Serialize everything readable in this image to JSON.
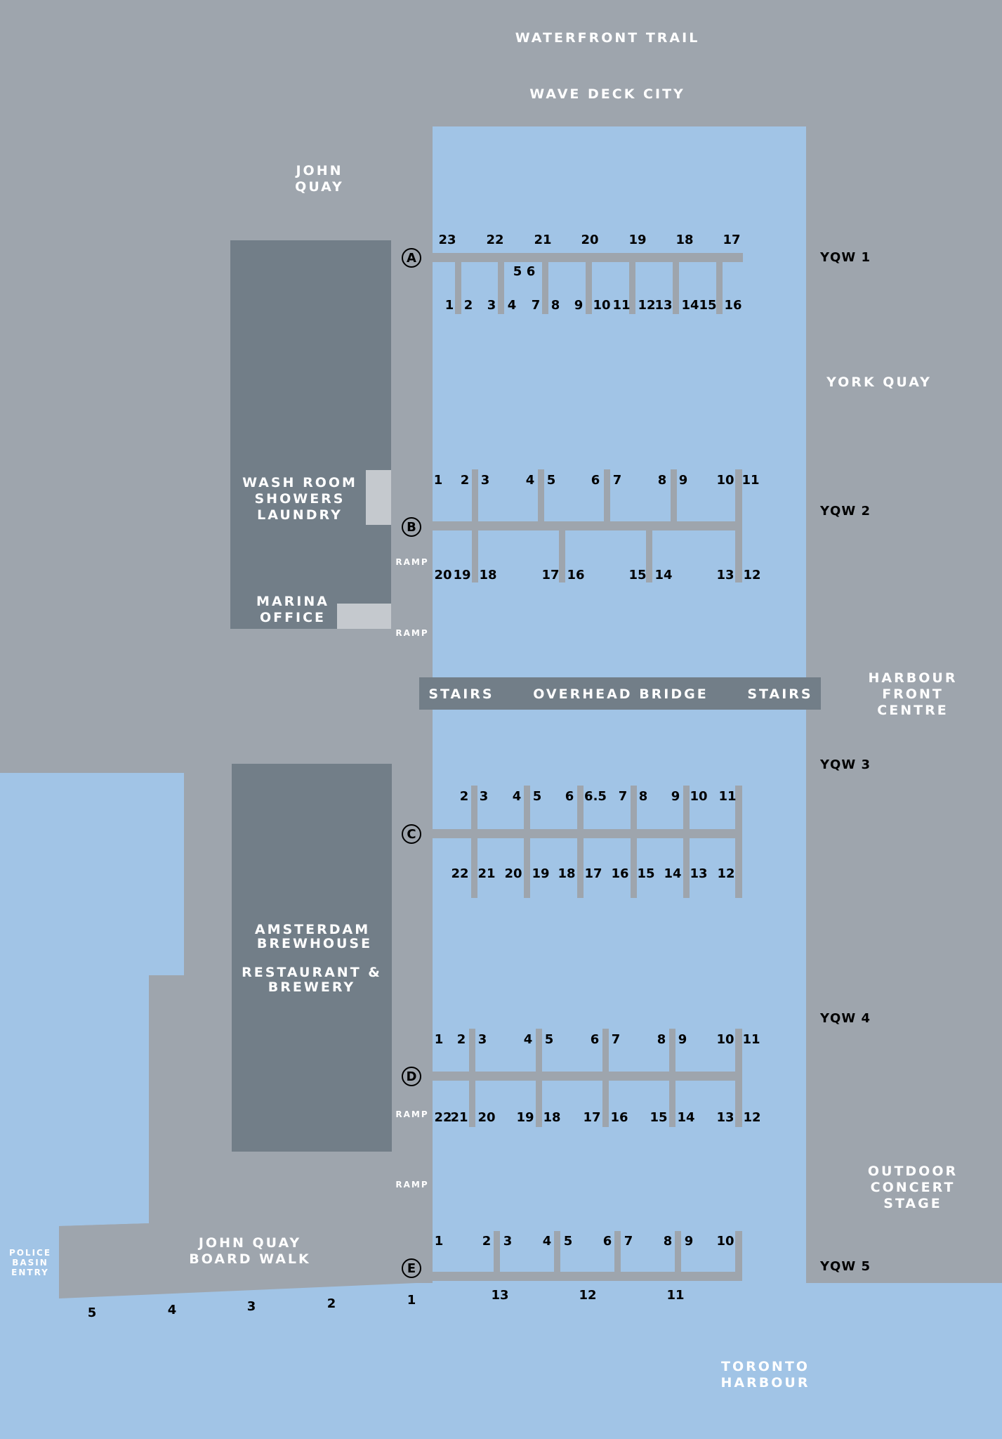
{
  "colors": {
    "land": "#9ea5ad",
    "water": "#a1c4e6",
    "building": "#727e88",
    "dock": "#9ea5ad",
    "annex": "#c5c9ce",
    "text_light": "#ffffff",
    "text_dark": "#000000"
  },
  "labels": {
    "waterfront_trail": "WATERFRONT TRAIL",
    "wave_deck_city": "WAVE DECK CITY",
    "john_quay": [
      "JOHN",
      "QUAY"
    ],
    "york_quay": "YORK QUAY",
    "washroom": [
      "WASH ROOM",
      "SHOWERS",
      "LAUNDRY"
    ],
    "marina_office": [
      "MARINA",
      "OFFICE"
    ],
    "ramp": "RAMP",
    "stairs": "STAIRS",
    "overhead_bridge": "OVERHEAD BRIDGE",
    "harbour_front_centre": [
      "HARBOUR",
      "FRONT",
      "CENTRE"
    ],
    "amsterdam": [
      "AMSTERDAM",
      "BREWHOUSE",
      "",
      "RESTAURANT &",
      "BREWERY"
    ],
    "outdoor_concert_stage": [
      "OUTDOOR",
      "CONCERT",
      "STAGE"
    ],
    "police_basin_entry": [
      "POLICE",
      "BASIN",
      "ENTRY"
    ],
    "john_quay_board_walk": [
      "JOHN QUAY",
      "BOARD WALK"
    ],
    "toronto_harbour": [
      "TORONTO",
      "HARBOUR"
    ]
  },
  "yqw": [
    "YQW 1",
    "YQW 2",
    "YQW 3",
    "YQW 4",
    "YQW 5"
  ],
  "docks": {
    "A": {
      "letter": "A",
      "top_slips": [
        "23",
        "22",
        "21",
        "20",
        "19",
        "18",
        "17"
      ],
      "middle_slips": [
        "5",
        "6"
      ],
      "bottom_slips": [
        "1",
        "2",
        "3",
        "4",
        "7",
        "8",
        "9",
        "10",
        "11",
        "12",
        "13",
        "14",
        "15",
        "16"
      ]
    },
    "B": {
      "letter": "B",
      "top_slips": [
        "1",
        "2",
        "3",
        "4",
        "5",
        "6",
        "7",
        "8",
        "9",
        "10",
        "11"
      ],
      "bottom_slips": [
        "20",
        "19",
        "18",
        "17",
        "16",
        "15",
        "14",
        "13",
        "12"
      ]
    },
    "C": {
      "letter": "C",
      "top_slips": [
        "2",
        "3",
        "4",
        "5",
        "6",
        "6.5",
        "7",
        "8",
        "9",
        "10",
        "11"
      ],
      "bottom_slips": [
        "22",
        "21",
        "20",
        "19",
        "18",
        "17",
        "16",
        "15",
        "14",
        "13",
        "12"
      ]
    },
    "D": {
      "letter": "D",
      "top_slips": [
        "1",
        "2",
        "3",
        "4",
        "5",
        "6",
        "7",
        "8",
        "9",
        "10",
        "11"
      ],
      "bottom_slips": [
        "22",
        "21",
        "20",
        "19",
        "18",
        "17",
        "16",
        "15",
        "14",
        "13",
        "12"
      ]
    },
    "E": {
      "letter": "E",
      "top_slips": [
        "1",
        "2",
        "3",
        "4",
        "5",
        "6",
        "7",
        "8",
        "9",
        "10"
      ],
      "bottom_slips": [
        "13",
        "12",
        "11"
      ]
    }
  },
  "boardwalk_slips": [
    "5",
    "4",
    "3",
    "2",
    "1"
  ]
}
